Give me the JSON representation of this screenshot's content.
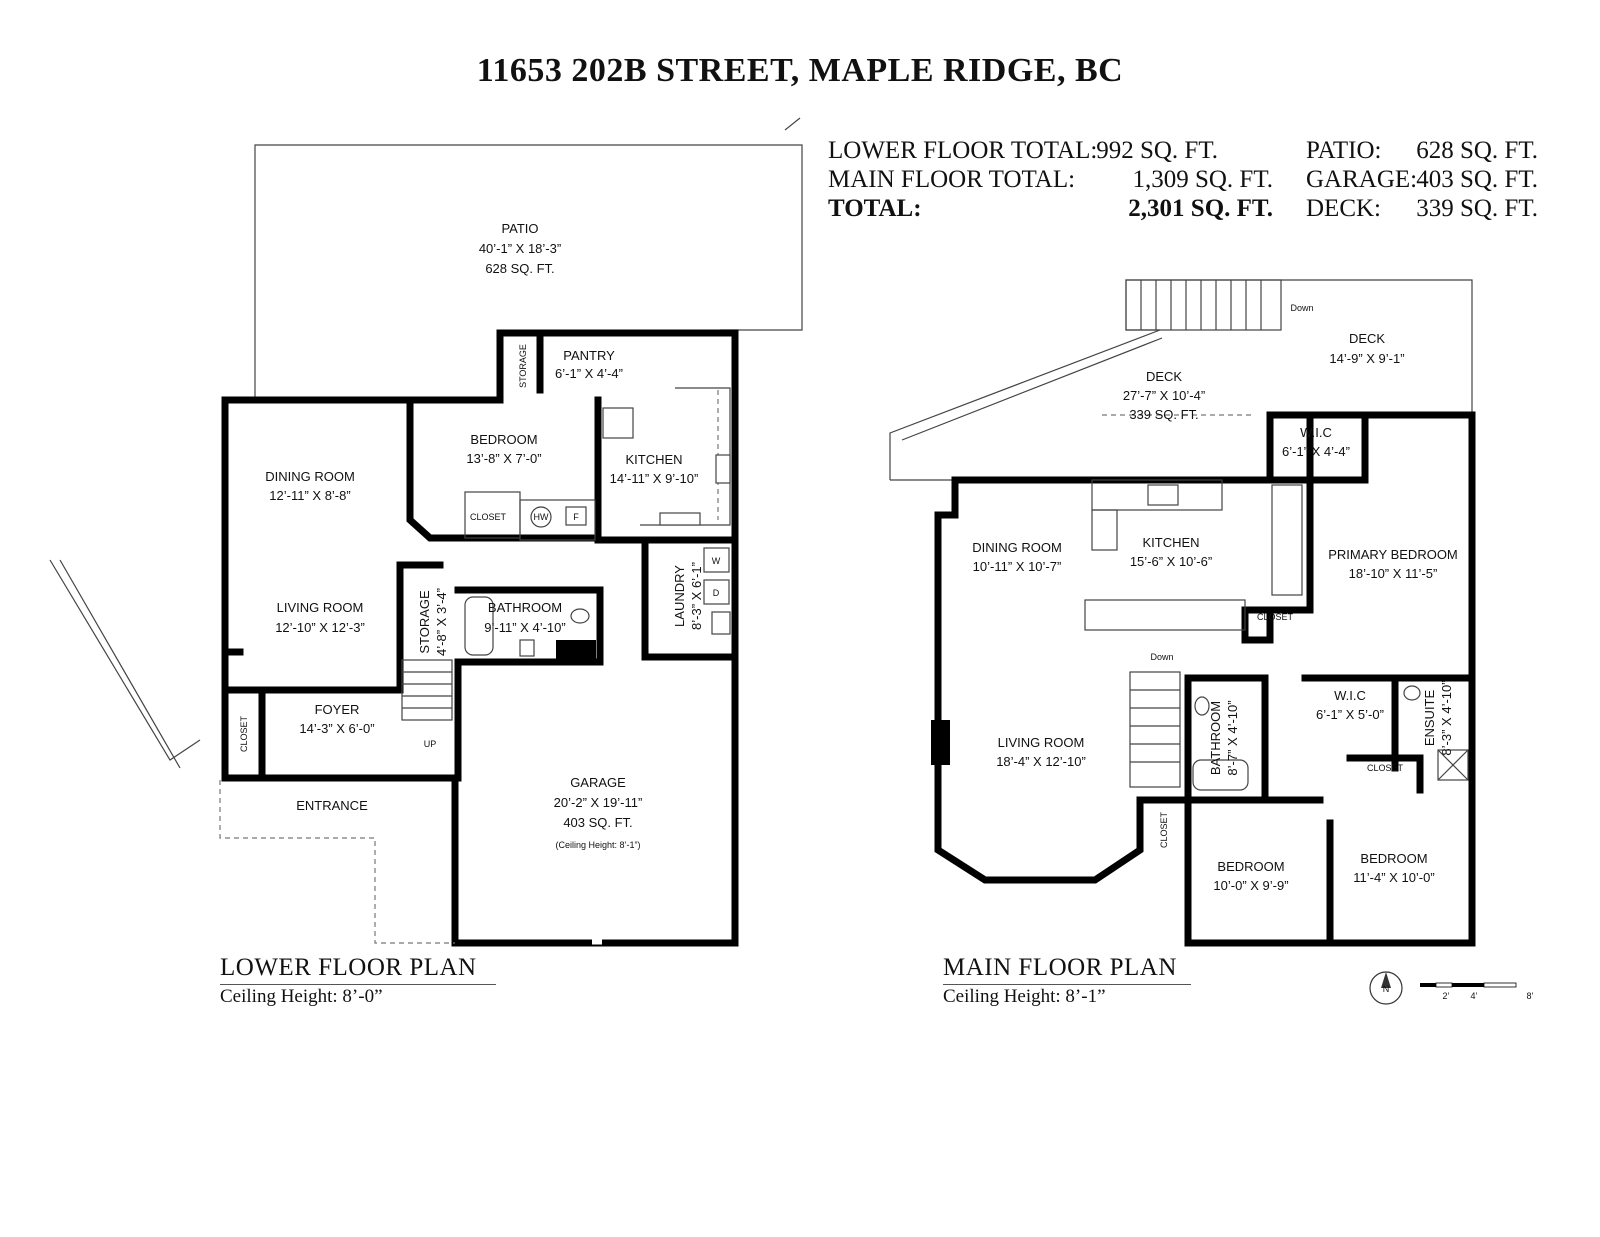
{
  "title": "11653 202B STREET, MAPLE RIDGE, BC",
  "totals": {
    "lower_label": "LOWER FLOOR TOTAL:",
    "lower_value": "992 SQ. FT.",
    "main_label": "MAIN FLOOR TOTAL:",
    "main_value": "1,309 SQ. FT.",
    "total_label": "TOTAL:",
    "total_value": "2,301 SQ. FT.",
    "patio_label": "PATIO:",
    "patio_value": "628 SQ. FT.",
    "garage_label": "GARAGE:",
    "garage_value": "403 SQ. FT.",
    "deck_label": "DECK:",
    "deck_value": "339 SQ. FT."
  },
  "lower": {
    "caption": "LOWER FLOOR PLAN",
    "ceiling": "Ceiling Height: 8’-0”",
    "patio": {
      "name": "PATIO",
      "dims": "40’-1” X 18’-3”",
      "area": "628 SQ. FT."
    },
    "pantry": {
      "name": "PANTRY",
      "dims": "6’-1” X 4’-4”"
    },
    "storage_top": "STORAGE",
    "bedroom": {
      "name": "BEDROOM",
      "dims": "13’-8” X 7’-0”"
    },
    "closet_bed": "CLOSET",
    "dining": {
      "name": "DINING ROOM",
      "dims": "12’-11” X 8’-8”"
    },
    "kitchen": {
      "name": "KITCHEN",
      "dims": "14’-11” X 9’-10”"
    },
    "hw": "HW",
    "f": "F",
    "living": {
      "name": "LIVING ROOM",
      "dims": "12’-10” X 12’-3”"
    },
    "storage_stair": {
      "name": "STORAGE",
      "dims": "4’-8” X 3’-4”"
    },
    "bathroom": {
      "name": "BATHROOM",
      "dims": "9’-11” X 4’-10”"
    },
    "laundry": {
      "name": "LAUNDRY",
      "dims": "8’-3” X 6’-1”"
    },
    "w": "W",
    "d": "D",
    "closet_foyer": "CLOSET",
    "foyer": {
      "name": "FOYER",
      "dims": "14’-3” X 6’-0”"
    },
    "up": "UP",
    "entrance": "ENTRANCE",
    "garage": {
      "name": "GARAGE",
      "dims": "20’-2” X 19’-11”",
      "area": "403 SQ. FT.",
      "note": "(Ceiling Height: 8’-1”)"
    }
  },
  "main": {
    "caption": "MAIN FLOOR PLAN",
    "ceiling": "Ceiling Height: 8’-1”",
    "down_top": "Down",
    "deck_right": {
      "name": "DECK",
      "dims": "14’-9” X 9’-1”"
    },
    "deck_left": {
      "name": "DECK",
      "dims": "27’-7” X 10’-4”",
      "area": "339 SQ. FT."
    },
    "wic_top": {
      "name": "W.I.C",
      "dims": "6’-1” X 4’-4”"
    },
    "dining": {
      "name": "DINING ROOM",
      "dims": "10’-11” X 10’-7”"
    },
    "kitchen": {
      "name": "KITCHEN",
      "dims": "15’-6” X 10’-6”"
    },
    "primary": {
      "name": "PRIMARY BEDROOM",
      "dims": "18’-10” X 11’-5”"
    },
    "closet_mid": "CLOSET",
    "down_stair": "Down",
    "wic_bottom": {
      "name": "W.I.C",
      "dims": "6’-1” X 5’-0”"
    },
    "ensuite": {
      "name": "ENSUITE",
      "dims": "8’-3” X 4’-10”"
    },
    "living": {
      "name": "LIVING ROOM",
      "dims": "18’-4” X 12’-10”"
    },
    "bathroom": {
      "name": "BATHROOM",
      "dims": "8’-7” X 4’-10”"
    },
    "closet_right": "CLOSET",
    "closet_left": "CLOSET",
    "bedroom1": {
      "name": "BEDROOM",
      "dims": "10’-0” X 9’-9”"
    },
    "bedroom2": {
      "name": "BEDROOM",
      "dims": "11’-4” X 10’-0”"
    }
  },
  "scale": {
    "marks": [
      "2’",
      "4’",
      "8’"
    ]
  },
  "compass_label": "N"
}
